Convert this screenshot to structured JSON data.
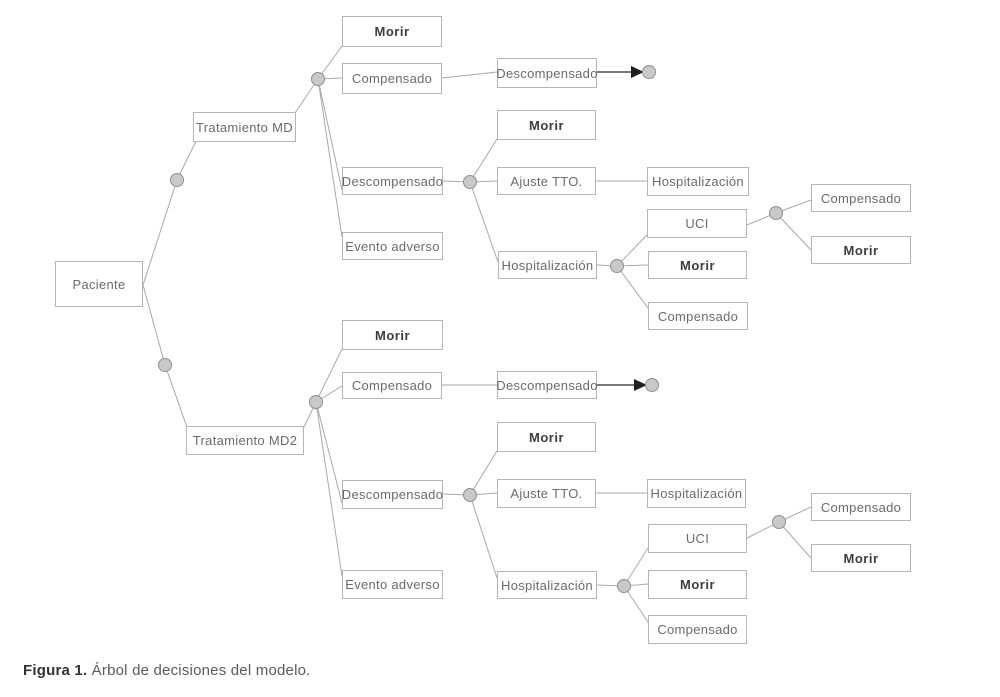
{
  "caption": {
    "prefix": "Figura 1.",
    "text": " Árbol de decisiones del modelo."
  },
  "tree": {
    "root": "Paciente",
    "branch_md": {
      "treatment": "Tratamiento MD",
      "morir": "Morir",
      "compensado": "Compensado",
      "compensado_descompensado": "Descompensado",
      "descompensado": "Descompensado",
      "descompensado_morir": "Morir",
      "ajuste_tto": "Ajuste TTO.",
      "ajuste_hospitalizacion": "Hospitalización",
      "evento_adverso": "Evento adverso",
      "hospitalizacion": "Hospitalización",
      "uci": "UCI",
      "hospitalizacion_morir": "Morir",
      "hospitalizacion_compensado": "Compensado",
      "uci_compensado": "Compensado",
      "uci_morir": "Morir"
    },
    "branch_md2": {
      "treatment": "Tratamiento MD2",
      "morir": "Morir",
      "compensado": "Compensado",
      "compensado_descompensado": "Descompensado",
      "descompensado": "Descompensado",
      "descompensado_morir": "Morir",
      "ajuste_tto": "Ajuste TTO.",
      "ajuste_hospitalizacion": "Hospitalización",
      "evento_adverso": "Evento adverso",
      "hospitalizacion": "Hospitalización",
      "uci": "UCI",
      "hospitalizacion_morir": "Morir",
      "hospitalizacion_compensado": "Compensado",
      "uci_compensado": "Compensado",
      "uci_morir": "Morir"
    }
  },
  "colors": {
    "box_border": "#b5b5b5",
    "text": "#6b6b6b",
    "text_bold": "#3d3d3d",
    "connector": "#a9a9a9",
    "arrow_line": "#4d4d4d",
    "arrowhead": "#1f1f1f",
    "chance_node_fill": "#c9c9c9",
    "chance_node_stroke": "#8f8f8f"
  }
}
